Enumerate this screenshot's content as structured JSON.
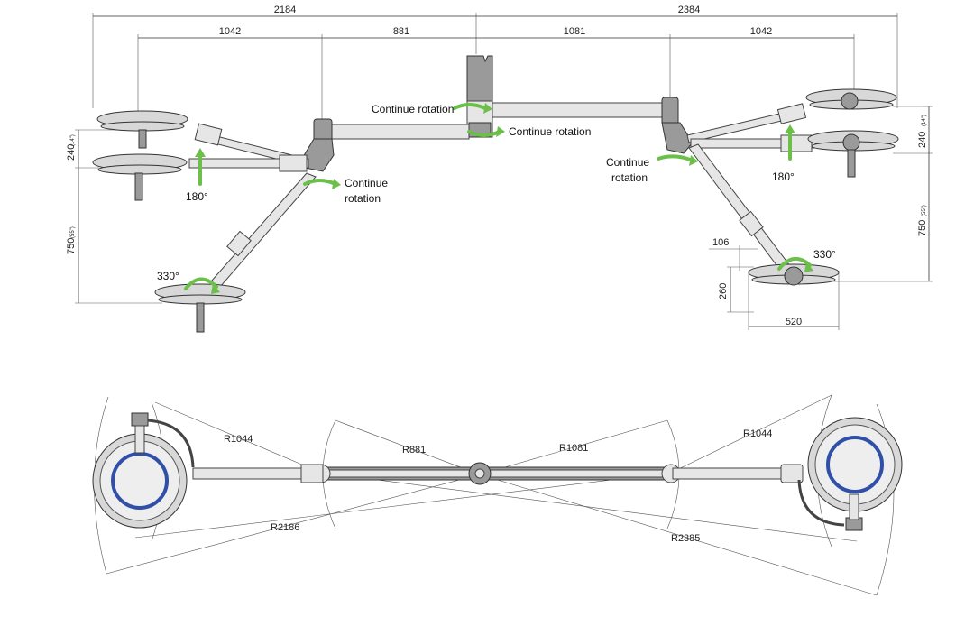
{
  "side_view": {
    "dims": {
      "left_total": "2184",
      "right_total": "2384",
      "left_outer": "1042",
      "left_inner": "881",
      "right_inner": "1081",
      "right_outer": "1042",
      "left_vertical_top": "240",
      "left_vertical_top_sub": "(14\")",
      "left_vertical_bottom": "750",
      "left_vertical_bottom_sub": "(55\")",
      "right_vertical_top": "240",
      "right_vertical_top_sub": "(14\")",
      "right_vertical_bottom": "750",
      "right_vertical_bottom_sub": "(55\")",
      "small_offset": "106",
      "lamp_height": "260",
      "lamp_width": "520"
    },
    "labels": {
      "continue_rotation_top": "Continue rotation",
      "continue_rotation_mid": "Continue rotation",
      "continue_rotation_left_1": "Continue",
      "continue_rotation_left_2": "rotation",
      "continue_rotation_right_1": "Continue",
      "continue_rotation_right_2": "rotation",
      "angle_left_180": "180°",
      "angle_left_330": "330°",
      "angle_right_180": "180°",
      "angle_right_330": "330°"
    }
  },
  "top_view": {
    "radii": {
      "left_outer_arm": "R1044",
      "left_inner_arm": "R881",
      "right_inner_arm": "R1081",
      "right_outer_arm": "R1044",
      "left_total": "R2186",
      "right_total": "R2385"
    }
  },
  "colors": {
    "rotation_arrow": "#6cc04a",
    "lamp_ring": "#2f4fa8",
    "arm_fill": "#e6e6e6"
  }
}
